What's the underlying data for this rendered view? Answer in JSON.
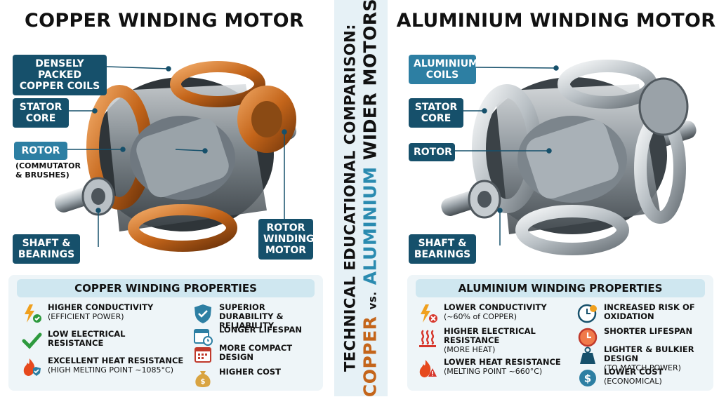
{
  "left": {
    "title": "COPPER WINDING MOTOR",
    "callouts": {
      "coils": "DENSELY PACKED COPPER COILS",
      "stator": "STATOR CORE",
      "rotor": "ROTOR",
      "rotor_note": "(COMMUTATOR & BRUSHES)",
      "shaft": "SHAFT & BEARINGS",
      "rotor_winding": "ROTOR WINDING MOTOR"
    },
    "properties_title": "COPPER WINDING PROPERTIES",
    "properties": [
      {
        "icon": "lightning-check-icon",
        "bold": "HIGHER CONDUCTIVITY",
        "sub": "(EFFICIENT POWER)"
      },
      {
        "icon": "checkmark-icon",
        "bold": "LOW ELECTRICAL RESISTANCE",
        "sub": ""
      },
      {
        "icon": "flame-shield-icon",
        "bold": "EXCELLENT HEAT RESISTANCE",
        "sub": "(HIGH MELTING POINT ~1085°C)"
      },
      {
        "icon": "shield-check-icon",
        "bold": "SUPERIOR DURABILITY & RELIABILITY",
        "sub": ""
      },
      {
        "icon": "calendar-clock-icon",
        "bold": "LONGER LIFESPAN",
        "sub": ""
      },
      {
        "icon": "calendar-icon",
        "bold": "MORE COMPACT DESIGN",
        "sub": ""
      },
      {
        "icon": "money-bag-icon",
        "bold": "HIGHER COST",
        "sub": ""
      }
    ]
  },
  "center": {
    "line1": "TECHNICAL EDUCATIONAL COMPARISON:",
    "copper": "COPPER",
    "vs": "vs.",
    "aluminium": "ALUMINIUM",
    "rest": "WIDER MOTORS"
  },
  "right": {
    "title": "ALUMINIUM WINDING MOTOR",
    "callouts": {
      "coils": "ALUMINIUM COILS",
      "stator": "STATOR CORE",
      "rotor": "ROTOR",
      "shaft": "SHAFT & BEARINGS"
    },
    "properties_title": "ALUMINIUM WINDING PROPERTIES",
    "properties": [
      {
        "icon": "lightning-x-icon",
        "bold": "LOWER CONDUCTIVITY",
        "sub": "(~60% of COPPER)"
      },
      {
        "icon": "heat-waves-icon",
        "bold": "HIGHER ELECTRICAL RESISTANCE",
        "sub": "(MORE HEAT)"
      },
      {
        "icon": "flame-warning-icon",
        "bold": "LOWER HEAT RESISTANCE",
        "sub": "(MELTING POINT ~660°C)"
      },
      {
        "icon": "clock-warning-icon",
        "bold": "INCREASED RISK OF OXIDATION",
        "sub": ""
      },
      {
        "icon": "clock-icon",
        "bold": "SHORTER LIFESPAN",
        "sub": ""
      },
      {
        "icon": "weight-icon",
        "bold": "LIGHTER & BULKIER DESIGN",
        "sub": "(TO MATCH POWER)"
      },
      {
        "icon": "dollar-coin-icon",
        "bold": "LOWER COST",
        "sub": "(ECONOMICAL)"
      }
    ]
  },
  "colors": {
    "copper": "#c4651a",
    "aluminium": "#2a8bb0",
    "callout": "#16506b",
    "panel": "#eef5f8"
  }
}
